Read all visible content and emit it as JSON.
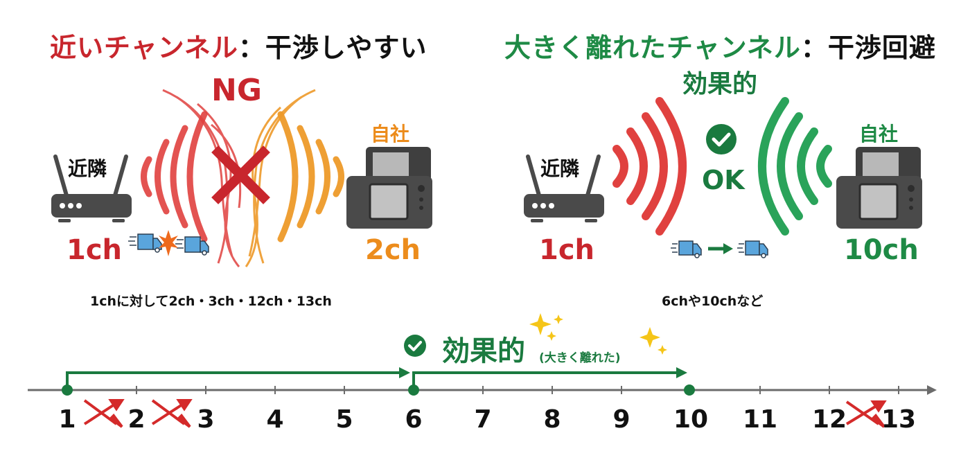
{
  "left_panel": {
    "title_colored": "近いチャンネル",
    "title_separator": "：",
    "title_rest": "干渉しやすい",
    "status": "NG",
    "neighbor_label": "近隣",
    "own_label": "自社",
    "neighbor_channel": "1ch",
    "own_channel": "2ch",
    "caption": "1chに対して2ch・3ch・12ch・13ch"
  },
  "right_panel": {
    "title_colored": "大きく離れたチャンネル",
    "title_separator": "：",
    "title_rest": "干渉回避",
    "effect_label": "効果的",
    "status": "OK",
    "neighbor_label": "近隣",
    "own_label": "自社",
    "neighbor_channel": "1ch",
    "own_channel": "10ch",
    "caption": "6chや10chなど"
  },
  "axis": {
    "effect_label": "効果的",
    "effect_note": "(大きく離れた)",
    "ticks": [
      "1",
      "2",
      "3",
      "4",
      "5",
      "6",
      "7",
      "8",
      "9",
      "10",
      "11",
      "12",
      "13"
    ],
    "highlighted": [
      "1",
      "6",
      "10"
    ],
    "interference_pairs": [
      "1-2",
      "2-3",
      "12-13"
    ]
  },
  "colors": {
    "red": "#c8262d",
    "orange": "#ec8c1c",
    "green": "#1e8a45",
    "dark_green": "#1a7a3f",
    "device_gray": "#4a4a4a",
    "axis_gray": "#6b6b6b",
    "truck_blue": "#5aa5dc",
    "sparkle": "#f5c518"
  }
}
